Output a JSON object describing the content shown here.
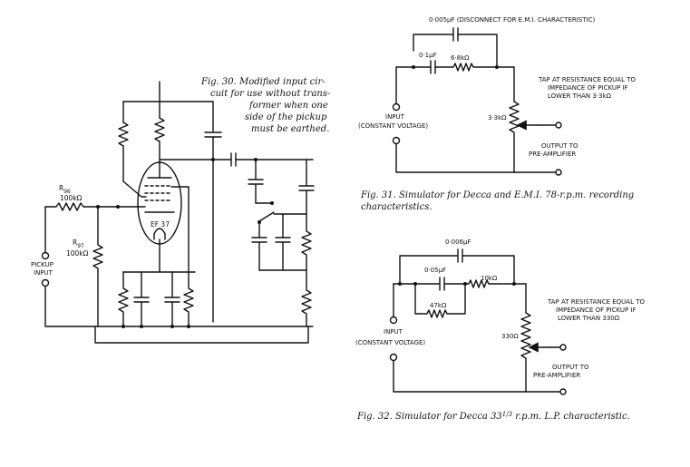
{
  "fig30": {
    "caption_lines": [
      "Fig. 30.  Modified input cir-",
      "cuit for use without trans-",
      "former when one",
      "side of the pickup",
      "must be earthed."
    ],
    "r96_label": "R",
    "r96_sub": "96",
    "r96_value": "100kΩ",
    "r97_label": "R",
    "r97_sub": "97",
    "r97_value": "100kΩ",
    "input_label_1": "PICKUP",
    "input_label_2": "INPUT",
    "valve_label": "EF 37"
  },
  "fig31": {
    "cap_disconnect": "0·005μF (DISCONNECT FOR E.M.I. CHARACTERISTIC)",
    "cap_value": "0·1μF",
    "res_series": "6·8kΩ",
    "res_shunt": "3·3kΩ",
    "input_label_1": "INPUT",
    "input_label_2": "(CONSTANT VOLTAGE)",
    "tap_note": [
      "TAP AT RESISTANCE EQUAL TO",
      "IMPEDANCE OF PICKUP IF",
      "LOWER THAN 3·3kΩ"
    ],
    "output_label": [
      "OUTPUT TO",
      "PRE-AMPLIFIER"
    ],
    "caption": [
      "Fig. 31.  Simulator for Decca and E.M.I. 78-r.p.m. recording",
      "characteristics."
    ]
  },
  "fig32": {
    "cap_top": "0·006μF",
    "cap_inner": "0·05μF",
    "res_series": "10kΩ",
    "res_parallel": "47kΩ",
    "res_shunt": "330Ω",
    "input_label_1": "INPUT",
    "input_label_2": "(CONSTANT VOLTAGE)",
    "tap_note": [
      "TAP AT RESISTANCE EQUAL TO",
      "IMPEDANCE OF PICKUP IF",
      "LOWER THAN 330Ω"
    ],
    "output_label": [
      "OUTPUT TO",
      "PRE-AMPLIFIER"
    ],
    "caption_pre": "Fig. 32.  Simulator for Decca 33",
    "caption_frac": "1/3",
    "caption_post": " r.p.m. L.P. characteristic."
  }
}
